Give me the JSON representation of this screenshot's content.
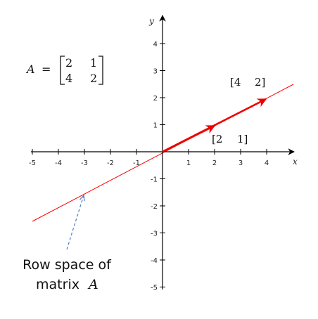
{
  "axes": {
    "x_label": "x",
    "y_label": "y",
    "x_ticks": [
      "-5",
      "-4",
      "-3",
      "-2",
      "-1",
      "1",
      "2",
      "3",
      "4"
    ],
    "y_ticks": [
      "4",
      "3",
      "2",
      "1",
      "-1",
      "-2",
      "-3",
      "-4",
      "-5"
    ]
  },
  "matrix": {
    "name": "A",
    "equals": "=",
    "rows": [
      [
        "2",
        "1"
      ],
      [
        "4",
        "2"
      ]
    ]
  },
  "vectors": [
    {
      "label_left": "[2",
      "label_right": "1]",
      "x": 2,
      "y": 1
    },
    {
      "label_left": "[4",
      "label_right": "2]",
      "x": 4,
      "y": 2
    }
  ],
  "caption": {
    "line1": "Row space of",
    "line2_text": "matrix",
    "line2_italic": "A"
  },
  "colors": {
    "line": "#ff0000",
    "vector": "#ee0000",
    "pointer": "#4a7ac8",
    "axis": "#000000"
  }
}
